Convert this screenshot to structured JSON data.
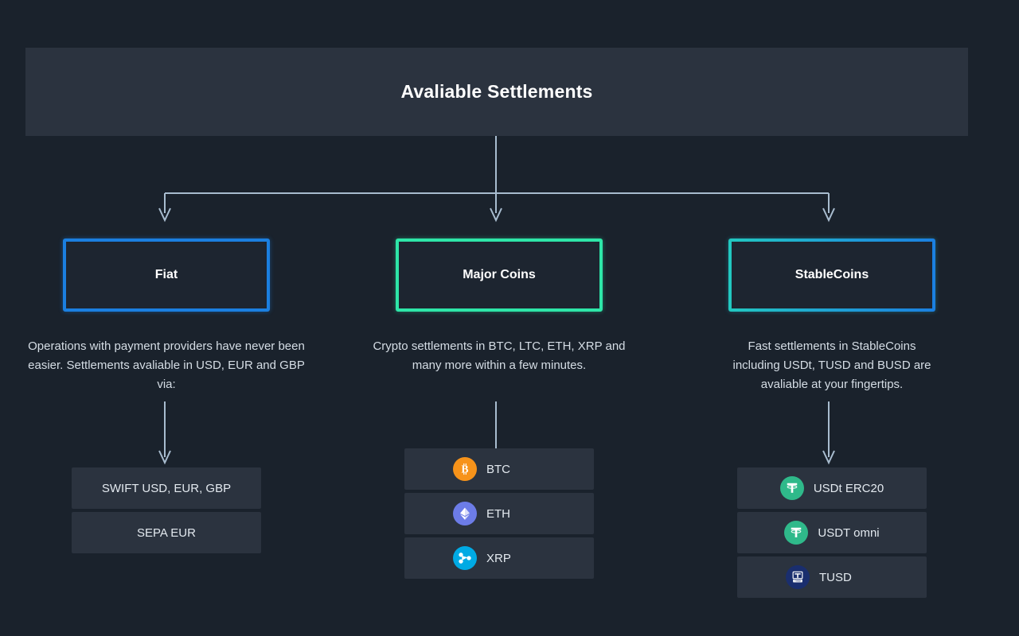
{
  "header": {
    "title": "Avaliable Settlements"
  },
  "colors": {
    "background": "#1a222c",
    "panel": "#2b333f",
    "connector": "#a8bccf",
    "fiat_accent": "#1b7fe0",
    "major_accent": "#2ee6a8",
    "stable_accent_start": "#22c8c0",
    "stable_accent_end": "#1b7fe0",
    "btc": "#f7931a",
    "eth": "#6c7ce7",
    "xrp": "#00aae4",
    "usdt": "#26a17b",
    "tusd": "#1a2e6e"
  },
  "columns": [
    {
      "id": "fiat",
      "title": "Fiat",
      "description": "Operations with payment providers have never been easier. Settlements avaliable in USD, EUR and GBP via:",
      "items": [
        {
          "label": "SWIFT USD, EUR, GBP",
          "icon": ""
        },
        {
          "label": "SEPA EUR",
          "icon": ""
        }
      ]
    },
    {
      "id": "major-coins",
      "title": "Major Coins",
      "description": "Crypto settlements in BTC, LTC, ETH, XRP and many more within a few minutes.",
      "items": [
        {
          "label": "BTC",
          "icon": "bitcoin-icon"
        },
        {
          "label": "ETH",
          "icon": "ethereum-icon"
        },
        {
          "label": "XRP",
          "icon": "ripple-icon"
        }
      ]
    },
    {
      "id": "stablecoins",
      "title": "StableCoins",
      "description": "Fast settlements in StableCoins including USDt, TUSD and BUSD are avaliable at your fingertips.",
      "items": [
        {
          "label": "USDt ERC20",
          "icon": "tether-icon"
        },
        {
          "label": "USDT omni",
          "icon": "tether-icon"
        },
        {
          "label": "TUSD",
          "icon": "trueusd-icon"
        }
      ]
    }
  ]
}
